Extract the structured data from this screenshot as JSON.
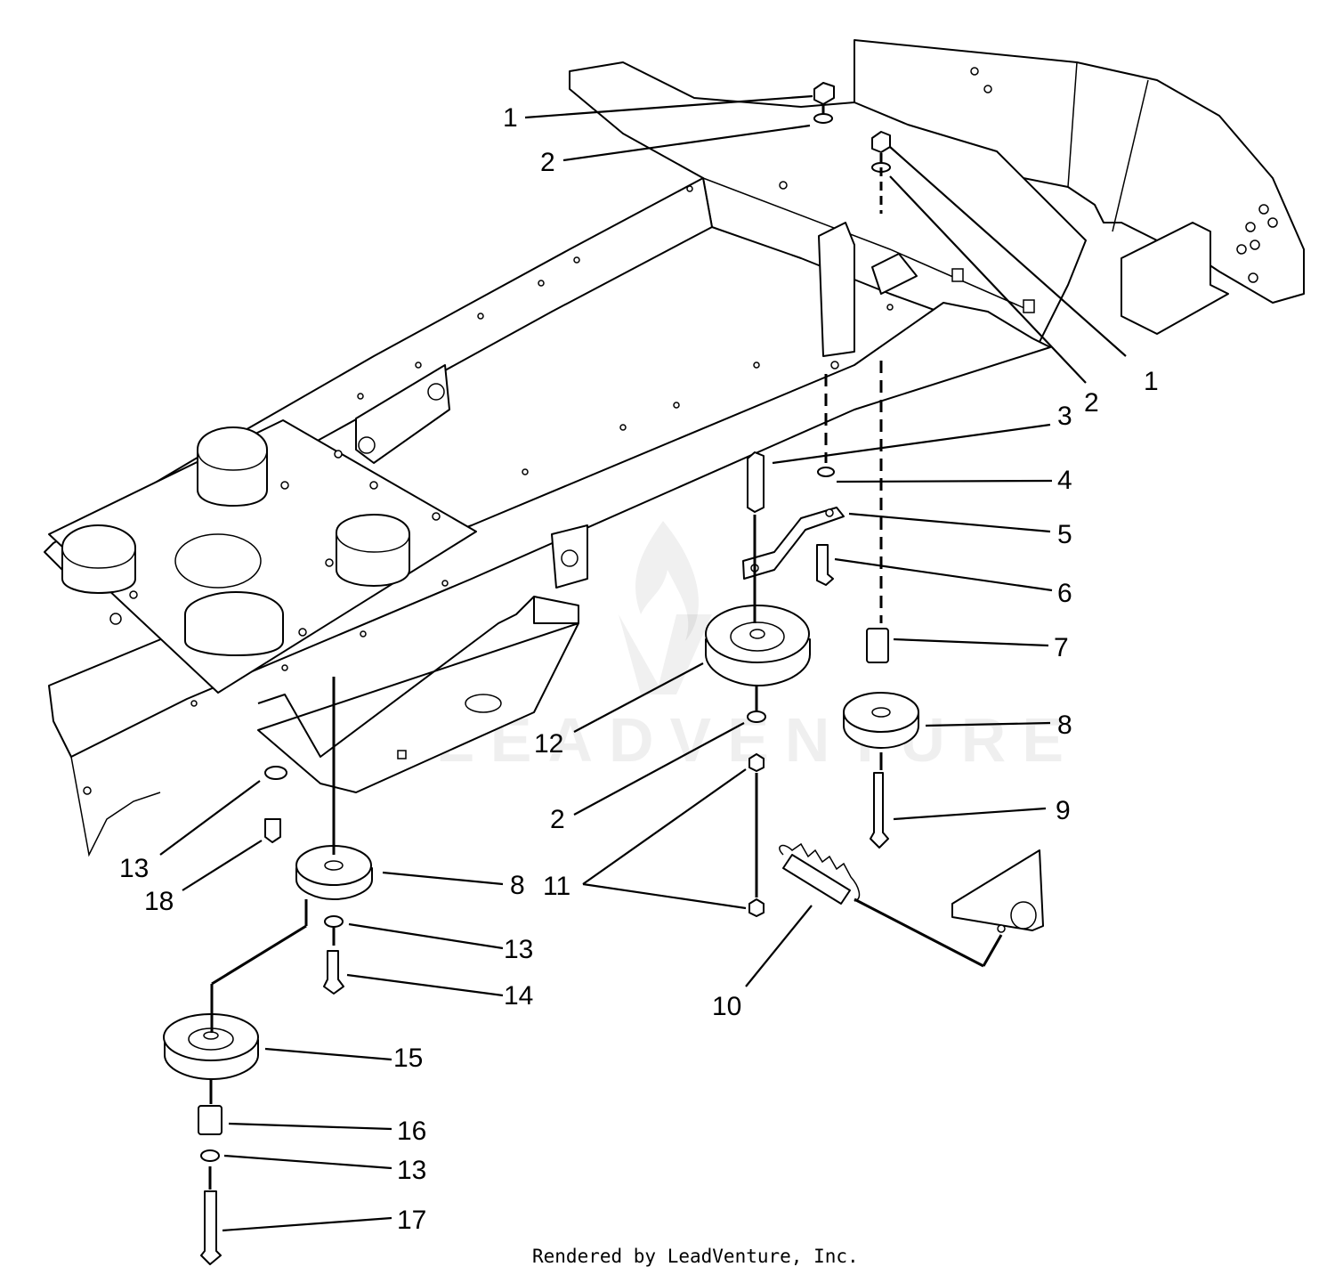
{
  "callouts": [
    "1",
    "2",
    "1",
    "2",
    "3",
    "4",
    "5",
    "6",
    "7",
    "8",
    "9",
    "12",
    "2",
    "11",
    "10",
    "13",
    "18",
    "8",
    "13",
    "14",
    "15",
    "16",
    "13",
    "17"
  ],
  "watermark": "LEADVENTURE",
  "credit": "Rendered by LeadVenture, Inc."
}
